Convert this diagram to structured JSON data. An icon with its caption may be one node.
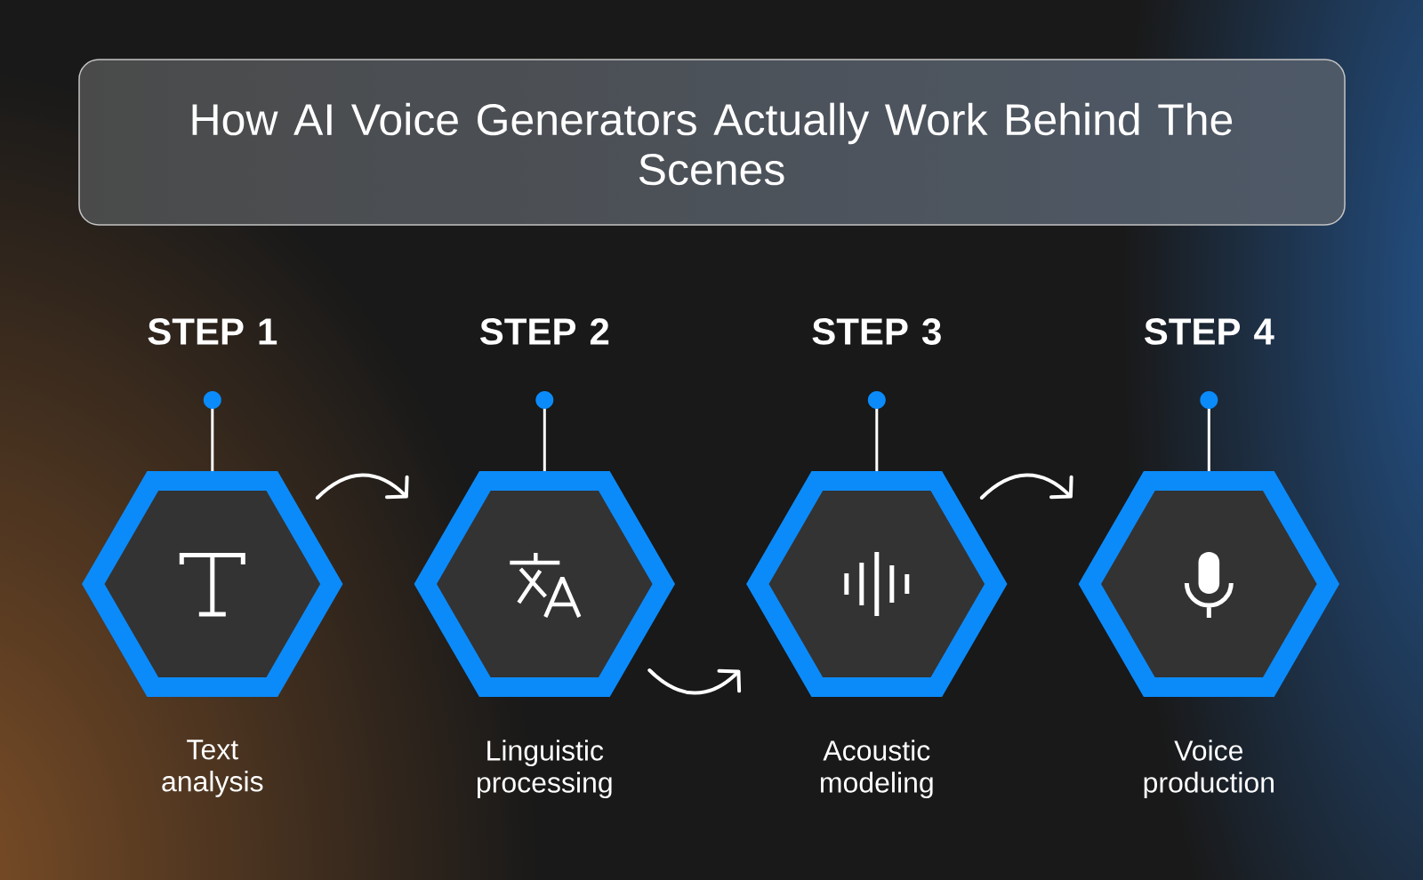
{
  "diagram": {
    "title": "How AI Voice Generators Actually Work Behind The Scenes",
    "nodes": [
      {
        "text": [
          "STEP 1",
          "Text analysis"
        ]
      },
      {
        "text": [
          "STEP 2",
          "Linguistic processing"
        ]
      },
      {
        "text": [
          "STEP 3",
          "Acoustic modeling"
        ]
      },
      {
        "text": [
          "STEP 4",
          "Voice production"
        ]
      }
    ],
    "edges": [
      {
        "from": 0,
        "to": 1,
        "arrow": "to"
      },
      {
        "from": 1,
        "to": 2,
        "arrow": "to"
      },
      {
        "from": 2,
        "to": 3,
        "arrow": "to"
      }
    ]
  }
}
